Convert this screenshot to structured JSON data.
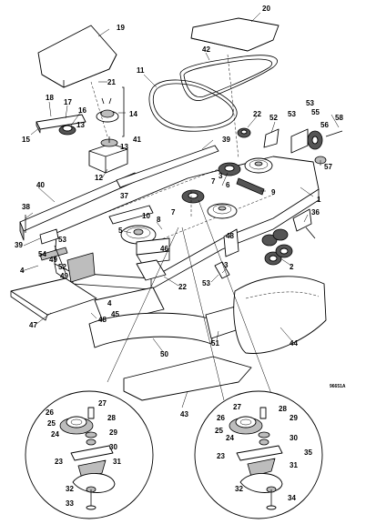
{
  "diagram": {
    "drawing_code": "96651A",
    "callouts": [
      {
        "id": "c19",
        "text": "19"
      },
      {
        "id": "c20",
        "text": "20"
      },
      {
        "id": "c42",
        "text": "42"
      },
      {
        "id": "c11",
        "text": "11"
      },
      {
        "id": "c21",
        "text": "21"
      },
      {
        "id": "c18",
        "text": "18"
      },
      {
        "id": "c17",
        "text": "17"
      },
      {
        "id": "c16",
        "text": "16"
      },
      {
        "id": "c14",
        "text": "14"
      },
      {
        "id": "c15",
        "text": "15"
      },
      {
        "id": "c13a",
        "text": "13"
      },
      {
        "id": "c13b",
        "text": "13"
      },
      {
        "id": "c12",
        "text": "12"
      },
      {
        "id": "c22a",
        "text": "22"
      },
      {
        "id": "c52",
        "text": "52"
      },
      {
        "id": "c53a",
        "text": "53"
      },
      {
        "id": "c53b",
        "text": "53"
      },
      {
        "id": "c55",
        "text": "55"
      },
      {
        "id": "c58",
        "text": "58"
      },
      {
        "id": "c56",
        "text": "56"
      },
      {
        "id": "c57",
        "text": "57"
      },
      {
        "id": "c41",
        "text": "41"
      },
      {
        "id": "c39a",
        "text": "39"
      },
      {
        "id": "c6",
        "text": "6"
      },
      {
        "id": "c7a",
        "text": "7"
      },
      {
        "id": "c9",
        "text": "9"
      },
      {
        "id": "c1",
        "text": "1"
      },
      {
        "id": "c40",
        "text": "40"
      },
      {
        "id": "c37",
        "text": "37"
      },
      {
        "id": "c38",
        "text": "38"
      },
      {
        "id": "c3a",
        "text": "3"
      },
      {
        "id": "c10",
        "text": "10"
      },
      {
        "id": "c8",
        "text": "8"
      },
      {
        "id": "c7b",
        "text": "7"
      },
      {
        "id": "c36",
        "text": "36"
      },
      {
        "id": "c5",
        "text": "5"
      },
      {
        "id": "c48a",
        "text": "48"
      },
      {
        "id": "c39b",
        "text": "39"
      },
      {
        "id": "c54",
        "text": "54"
      },
      {
        "id": "c53c",
        "text": "53"
      },
      {
        "id": "c46",
        "text": "46"
      },
      {
        "id": "c49a",
        "text": "49"
      },
      {
        "id": "c52b",
        "text": "52"
      },
      {
        "id": "c4a",
        "text": "4"
      },
      {
        "id": "c49b",
        "text": "49"
      },
      {
        "id": "c2",
        "text": "2"
      },
      {
        "id": "c3b",
        "text": "3"
      },
      {
        "id": "c53d",
        "text": "53"
      },
      {
        "id": "c22b",
        "text": "22"
      },
      {
        "id": "c4b",
        "text": "4"
      },
      {
        "id": "c45",
        "text": "45"
      },
      {
        "id": "c47",
        "text": "47"
      },
      {
        "id": "c48b",
        "text": "48"
      },
      {
        "id": "c44",
        "text": "44"
      },
      {
        "id": "c51",
        "text": "51"
      },
      {
        "id": "c50",
        "text": "50"
      },
      {
        "id": "c43",
        "text": "43"
      },
      {
        "id": "l27",
        "text": "27"
      },
      {
        "id": "l26",
        "text": "26"
      },
      {
        "id": "l28",
        "text": "28"
      },
      {
        "id": "l25",
        "text": "25"
      },
      {
        "id": "l29",
        "text": "29"
      },
      {
        "id": "l24",
        "text": "24"
      },
      {
        "id": "l30",
        "text": "30"
      },
      {
        "id": "l23",
        "text": "23"
      },
      {
        "id": "l31",
        "text": "31"
      },
      {
        "id": "l32",
        "text": "32"
      },
      {
        "id": "l33",
        "text": "33"
      },
      {
        "id": "r27",
        "text": "27"
      },
      {
        "id": "r28",
        "text": "28"
      },
      {
        "id": "r26",
        "text": "26"
      },
      {
        "id": "r29",
        "text": "29"
      },
      {
        "id": "r25",
        "text": "25"
      },
      {
        "id": "r24",
        "text": "24"
      },
      {
        "id": "r30",
        "text": "30"
      },
      {
        "id": "r23",
        "text": "23"
      },
      {
        "id": "r35",
        "text": "35"
      },
      {
        "id": "r31",
        "text": "31"
      },
      {
        "id": "r32",
        "text": "32"
      },
      {
        "id": "r34",
        "text": "34"
      }
    ]
  }
}
